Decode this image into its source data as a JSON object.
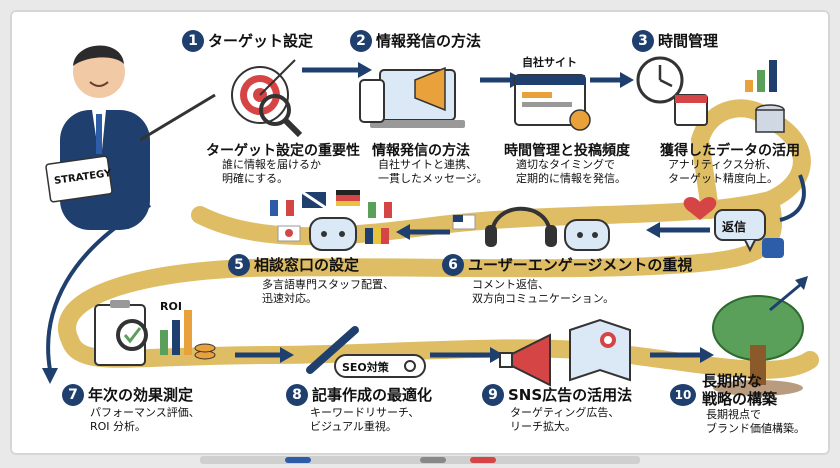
{
  "steps": [
    {
      "num": "1",
      "title": "ターゲット設定",
      "subtitle": "ターゲット設定の重要性",
      "desc": [
        "誰に情報を届けるか",
        "明確にする。"
      ]
    },
    {
      "num": "2",
      "title": "情報発信の方法",
      "subtitle": "情報発信の方法",
      "desc": [
        "自社サイトと連携、",
        "一貫したメッセージ。"
      ]
    },
    {
      "num": "3",
      "title": "時間管理",
      "subtitle": "時間管理と投稿頻度",
      "desc": [
        "適切なタイミングで",
        "定期的に情報を発信。"
      ]
    },
    {
      "num": "",
      "title": "",
      "subtitle": "獲得したデータの活用",
      "desc": [
        "アナリティクス分析、",
        "ターゲット精度向上。"
      ]
    },
    {
      "num": "5",
      "title": "相談窓口の設定",
      "subtitle": "",
      "desc": [
        "多言語専門スタッフ配置、",
        "迅速対応。"
      ]
    },
    {
      "num": "6",
      "title": "ユーザーエンゲージメントの重視",
      "subtitle": "",
      "desc": [
        "コメント返信、",
        "双方向コミュニケーション。"
      ]
    },
    {
      "num": "7",
      "title": "年次の効果測定",
      "subtitle": "",
      "desc": [
        "パフォーマンス評価、",
        "ROI 分析。"
      ]
    },
    {
      "num": "8",
      "title": "記事作成の最適化",
      "subtitle": "",
      "desc": [
        "キーワードリサーチ、",
        "ビジュアル重視。"
      ]
    },
    {
      "num": "9",
      "title": "SNS広告の活用法",
      "subtitle": "",
      "desc": [
        "ターゲティング広告、",
        "リーチ拡大。"
      ]
    },
    {
      "num": "10",
      "title": "長期的な",
      "title2": "戦略の構築",
      "subtitle": "",
      "desc": [
        "長期視点で",
        "ブランド価値構築。"
      ]
    }
  ],
  "labels": {
    "strategy": "STRATEGY",
    "site": "自社サイト",
    "reply": "返信",
    "roi": "ROI",
    "seo": "SEO対策"
  },
  "colors": {
    "navy": "#1f3f6e",
    "gold": "#d8b24a",
    "orange": "#e9a23b",
    "green": "#5aa05a",
    "red": "#d64545",
    "lightblue": "#dbe9f7"
  }
}
